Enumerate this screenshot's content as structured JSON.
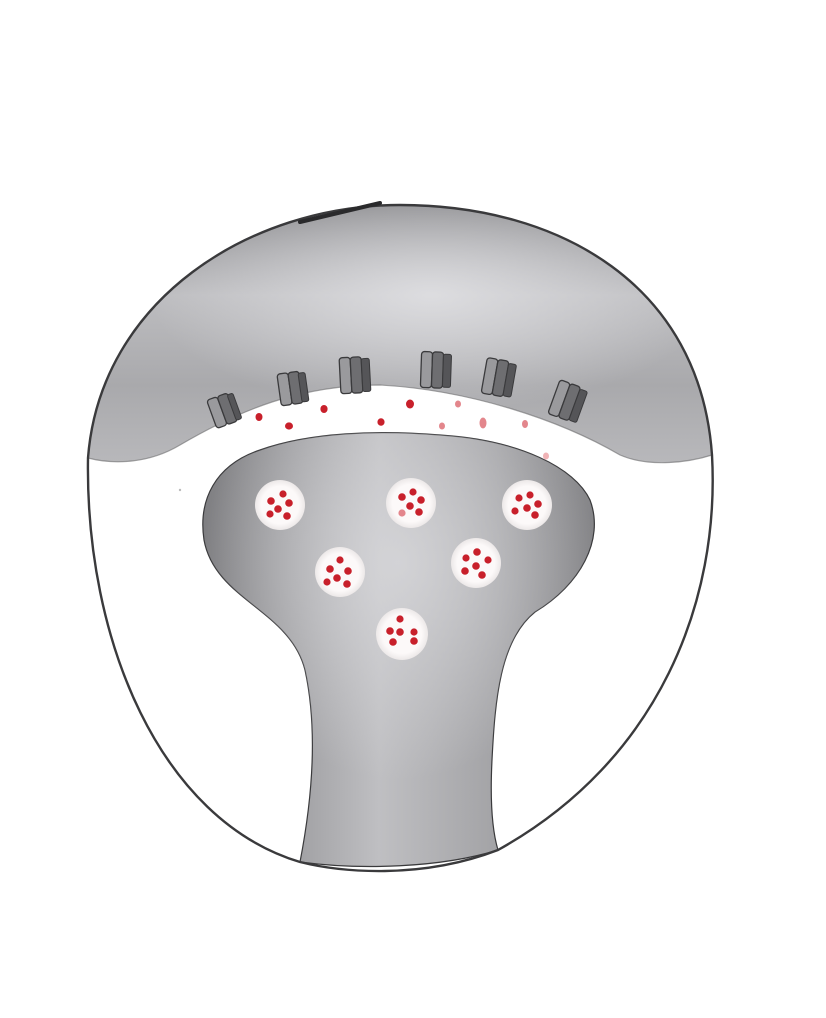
{
  "diagram": {
    "labels": [],
    "colors": {
      "background": "#ffffff",
      "outline": "#3a3a3c",
      "membrane_dark": "#7c7c7f",
      "membrane_light": "#d6d6d9",
      "vesicle_fill": "#fbf7f7",
      "neurotransmitter": "#c8202b",
      "neurotransmitter_faded": "#e3868c",
      "receptor_dark": "#555558",
      "receptor_light": "#9a9a9d"
    },
    "structures": [
      {
        "name": "postsynaptic-membrane",
        "icon": "dome-shape"
      },
      {
        "name": "synaptic-cleft",
        "icon": "gap"
      },
      {
        "name": "presynaptic-terminal",
        "icon": "bulb-shape"
      },
      {
        "name": "synaptic-vesicle",
        "icon": "circle-with-dots",
        "count": 6
      },
      {
        "name": "receptor",
        "icon": "ion-channel",
        "count": 6
      },
      {
        "name": "neurotransmitter",
        "icon": "dot"
      }
    ]
  }
}
